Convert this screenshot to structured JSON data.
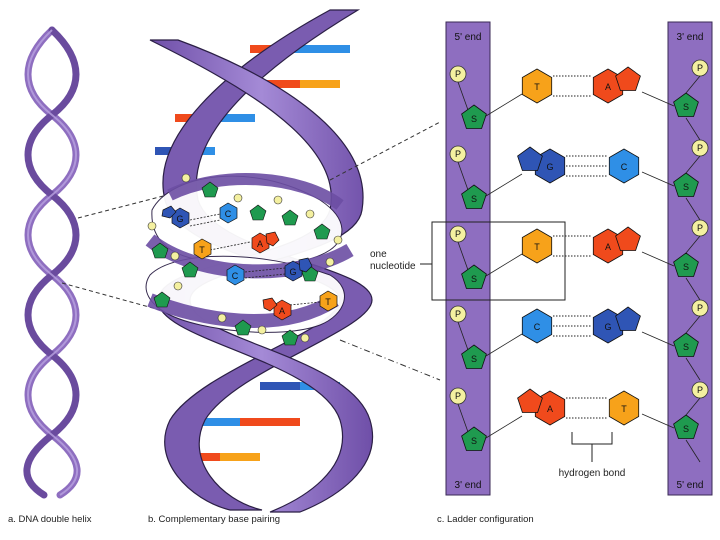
{
  "colors": {
    "backbone": "#8e6ec0",
    "backbone_dark": "#3a2a55",
    "sugar": "#1f9a4f",
    "phosphate": "#f4f0a0",
    "A": "#f04a1c",
    "T": "#f7a21a",
    "G": "#2f55b5",
    "C": "#2f8fe6"
  },
  "captions": {
    "a": "a. DNA double helix",
    "b": "b. Complementary base pairing",
    "c": "c. Ladder configuration"
  },
  "ladder": {
    "left_top_end": "5' end",
    "right_top_end": "3' end",
    "left_bottom_end": "3' end",
    "right_bottom_end": "5' end",
    "phosphate_label": "P",
    "sugar_label": "S",
    "rungs": [
      {
        "left": "T",
        "right": "A"
      },
      {
        "left": "G",
        "right": "C"
      },
      {
        "left": "T",
        "right": "A"
      },
      {
        "left": "C",
        "right": "G"
      },
      {
        "left": "A",
        "right": "T"
      }
    ]
  },
  "annotations": {
    "nucleotide_line1": "one",
    "nucleotide_line2": "nucleotide",
    "hydrogen_bond": "hydrogen bond"
  },
  "pairing_bases": [
    {
      "letter": "G",
      "color_key": "G"
    },
    {
      "letter": "C",
      "color_key": "C"
    },
    {
      "letter": "T",
      "color_key": "T"
    },
    {
      "letter": "A",
      "color_key": "A"
    },
    {
      "letter": "C",
      "color_key": "C"
    },
    {
      "letter": "G",
      "color_key": "G"
    },
    {
      "letter": "A",
      "color_key": "A"
    },
    {
      "letter": "T",
      "color_key": "T"
    }
  ]
}
